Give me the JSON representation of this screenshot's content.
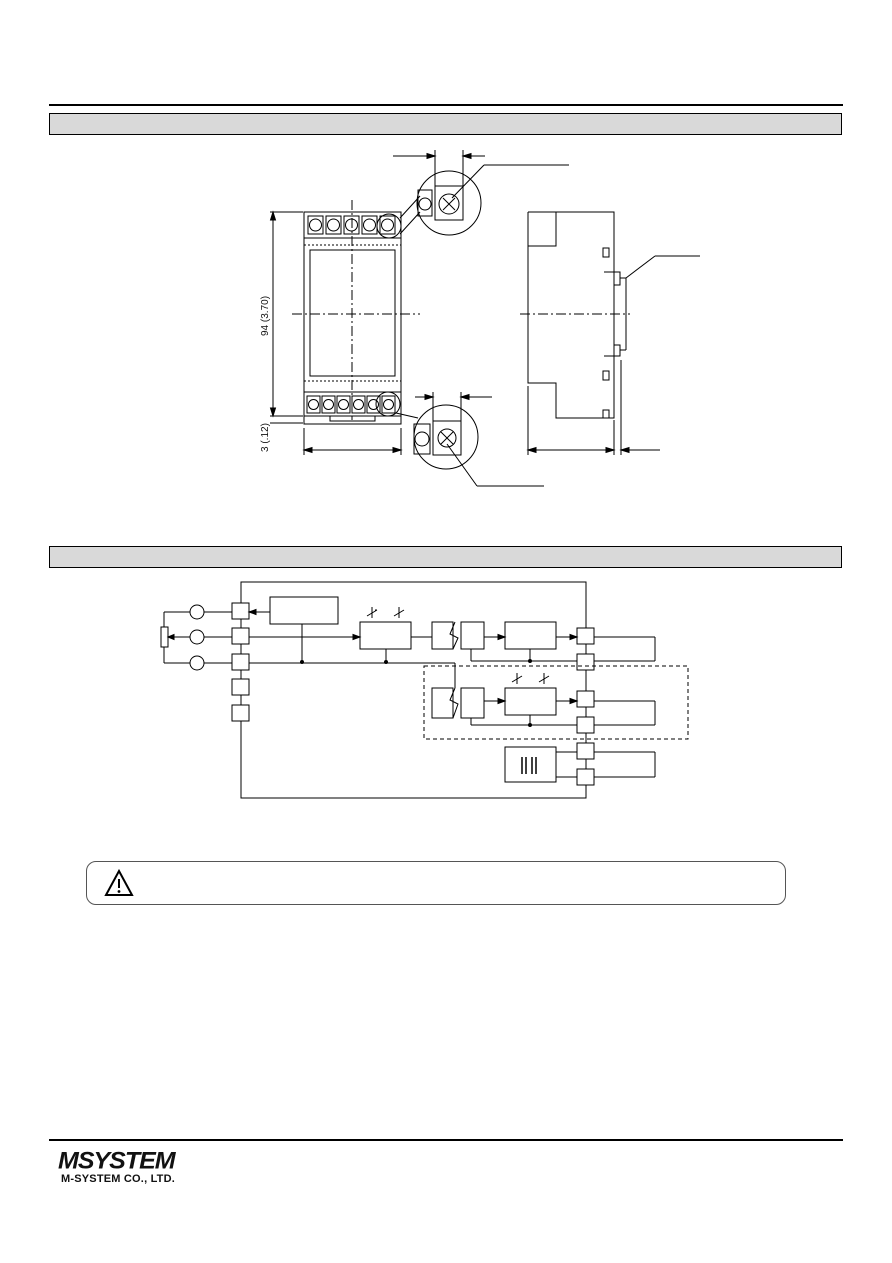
{
  "dimensions": {
    "height_label": "94 (3.70)",
    "terminal_offset_label": "3 (.12)"
  },
  "footer": {
    "logo_text": "MSYSTEM",
    "company_name": "M-SYSTEM CO., LTD."
  }
}
